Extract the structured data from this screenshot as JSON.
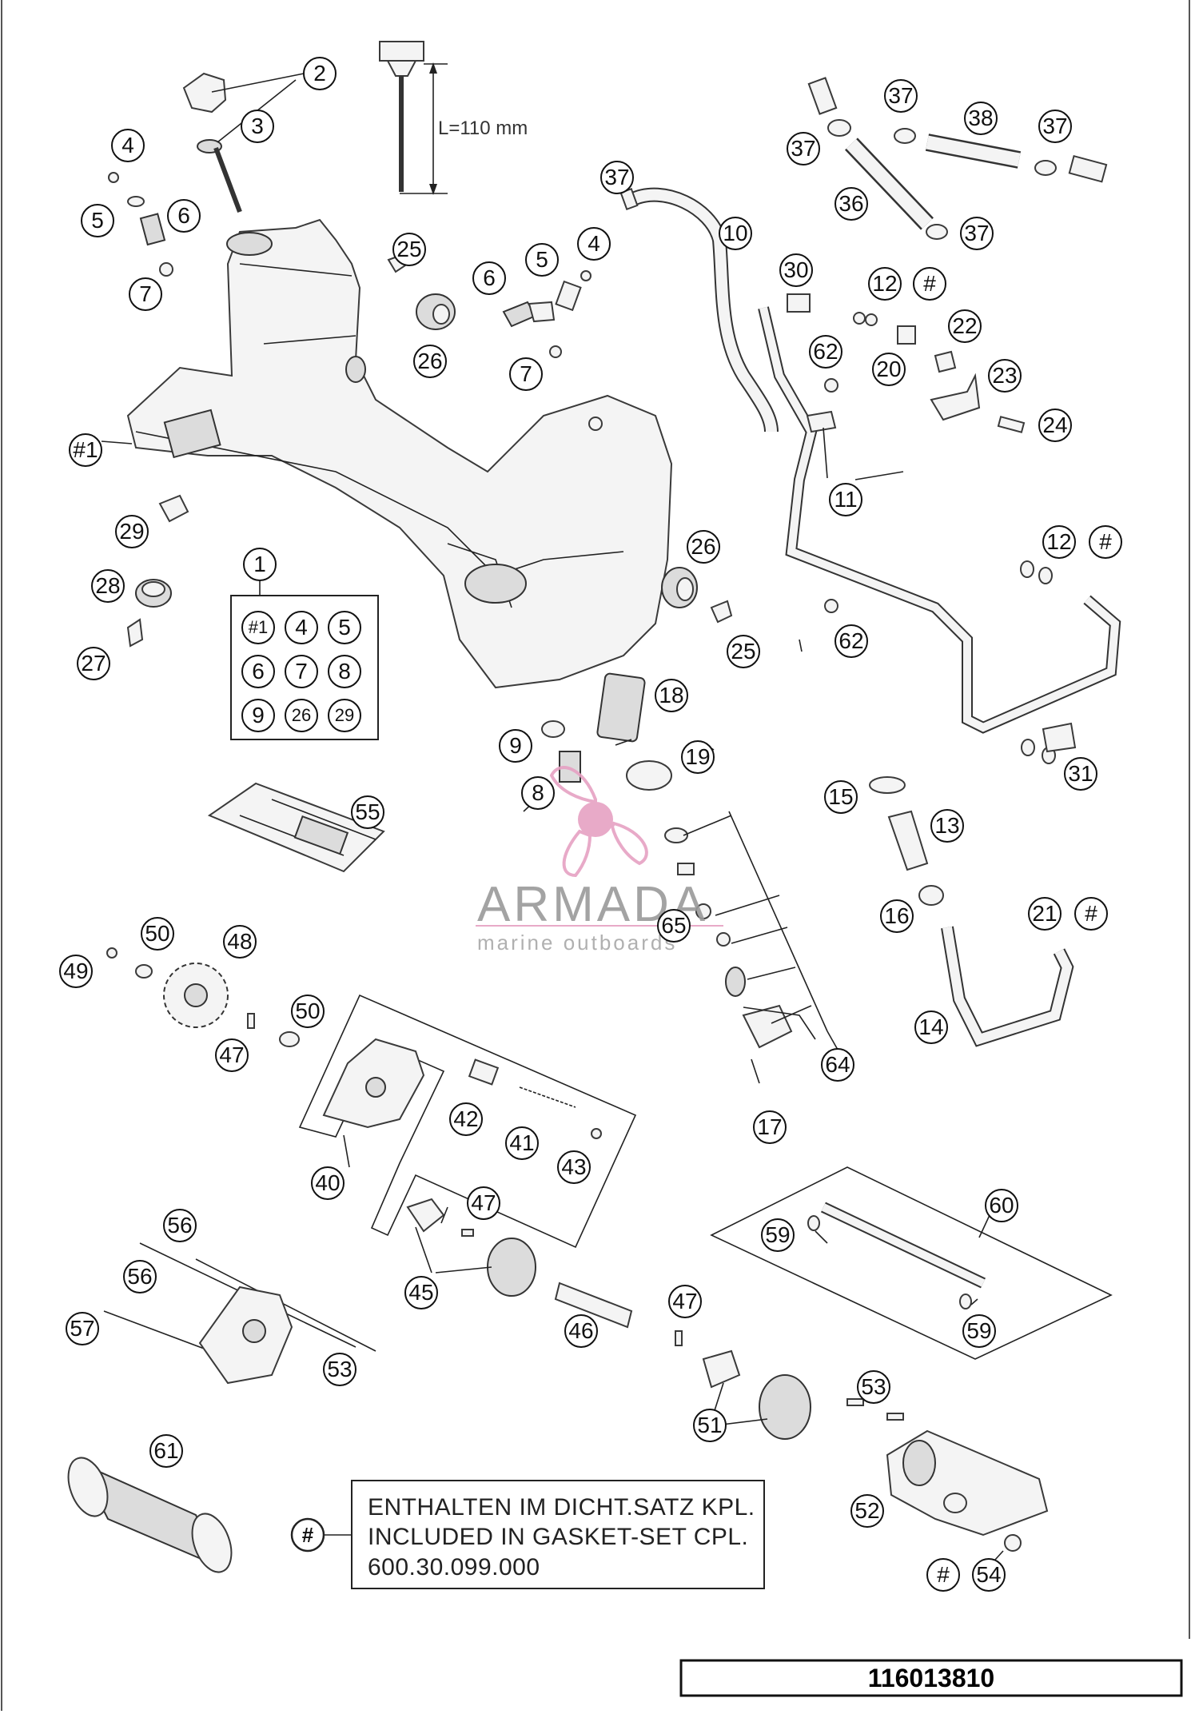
{
  "dimension_label": "L=110 mm",
  "callouts": {
    "c1": "1",
    "c2": "2",
    "c3": "3",
    "c4a": "4",
    "c5a": "5",
    "c6a": "6",
    "c7a": "7",
    "c4b": "4",
    "c5b": "5",
    "c6b": "6",
    "c7b": "7",
    "c8": "8",
    "c9": "9",
    "c10": "10",
    "c11": "11",
    "c12a": "12",
    "c12b": "12",
    "c13": "13",
    "c14": "14",
    "c15": "15",
    "c16": "16",
    "c17": "17",
    "c18": "18",
    "c19": "19",
    "c20": "20",
    "c21": "21",
    "c22": "22",
    "c23": "23",
    "c24": "24",
    "c25a": "25",
    "c25b": "25",
    "c26a": "26",
    "c26b": "26",
    "c27": "27",
    "c28": "28",
    "c29": "29",
    "c30": "30",
    "c31": "31",
    "c36": "36",
    "c37a": "37",
    "c37b": "37",
    "c37c": "37",
    "c37d": "37",
    "c37e": "37",
    "c38": "38",
    "c40": "40",
    "c41": "41",
    "c42": "42",
    "c43": "43",
    "c45": "45",
    "c46": "46",
    "c47a": "47",
    "c47b": "47",
    "c47c": "47",
    "c48": "48",
    "c49": "49",
    "c50a": "50",
    "c50b": "50",
    "c51": "51",
    "c52": "52",
    "c53a": "53",
    "c53b": "53",
    "c54": "54",
    "c55": "55",
    "c56a": "56",
    "c56b": "56",
    "c57": "57",
    "c59a": "59",
    "c59b": "59",
    "c60": "60",
    "c61": "61",
    "c62a": "62",
    "c62b": "62",
    "c64": "64",
    "c65": "65",
    "c_h1": "#1",
    "c_hash": "#"
  },
  "kit_box": {
    "items": [
      "#1",
      "4",
      "5",
      "6",
      "7",
      "8",
      "9",
      "26",
      "29"
    ]
  },
  "legend": {
    "symbol": "#",
    "line1": "ENTHALTEN IM DICHT.SATZ KPL.",
    "line2": "INCLUDED IN GASKET-SET CPL.",
    "line3": "600.30.099.000"
  },
  "watermark": {
    "brand": "ARMADA",
    "tagline": "marine outboards",
    "color": "#e6a1c3"
  },
  "reference_number": "116013810",
  "colors": {
    "line": "#222222",
    "watermark_pink": "#e6a1c3"
  }
}
